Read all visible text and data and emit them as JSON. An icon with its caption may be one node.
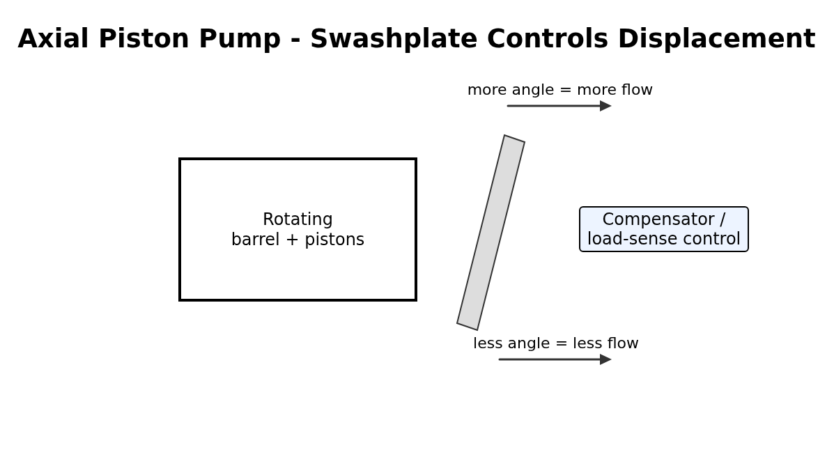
{
  "diagram": {
    "title": "Axial Piston Pump - Swashplate Controls Displacement",
    "nodes": [
      {
        "text": [
          "Rotating barrel + pistons"
        ]
      },
      {
        "text": [],
        "shape": "bar"
      },
      {
        "text": [
          "Compensator / load-sense control"
        ]
      }
    ],
    "labels": [
      "more angle = more flow",
      "less angle = less flow"
    ]
  }
}
